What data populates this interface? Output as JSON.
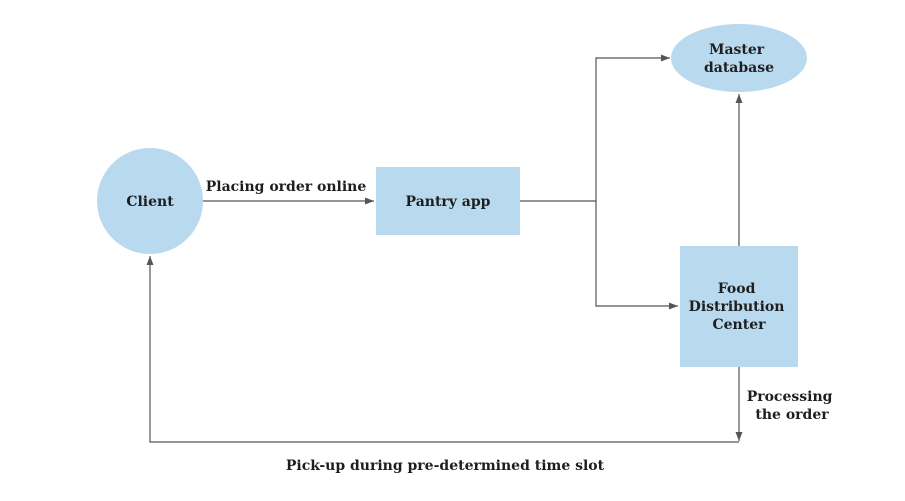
{
  "colors": {
    "node_fill": "#b9d9ee",
    "line": "#555555",
    "text": "#1e1e1e",
    "background": "#ffffff"
  },
  "nodes": {
    "client": {
      "shape": "circle",
      "label": "Client"
    },
    "pantry_app": {
      "shape": "rectangle",
      "label": "Pantry app"
    },
    "master_database": {
      "shape": "ellipse",
      "label_lines": [
        "Master",
        "database"
      ]
    },
    "food_distribution_center": {
      "shape": "rectangle",
      "label_lines": [
        "Food",
        "Distribution",
        "Center"
      ]
    }
  },
  "edges": {
    "placing_order": {
      "from": "Client",
      "to": "Pantry app",
      "label": "Placing order online"
    },
    "app_to_database": {
      "from": "Pantry app",
      "to": "Master database",
      "label": ""
    },
    "app_to_center": {
      "from": "Pantry app",
      "to": "Food Distribution Center",
      "label": ""
    },
    "center_to_database": {
      "from": "Food Distribution Center",
      "to": "Master database",
      "label": ""
    },
    "processing": {
      "from": "Food Distribution Center",
      "to": "pick-up line",
      "label_lines": [
        "Processing",
        "the order"
      ]
    },
    "pickup": {
      "from": "pick-up line",
      "to": "Client",
      "label": "Pick-up during pre-determined time slot"
    }
  }
}
